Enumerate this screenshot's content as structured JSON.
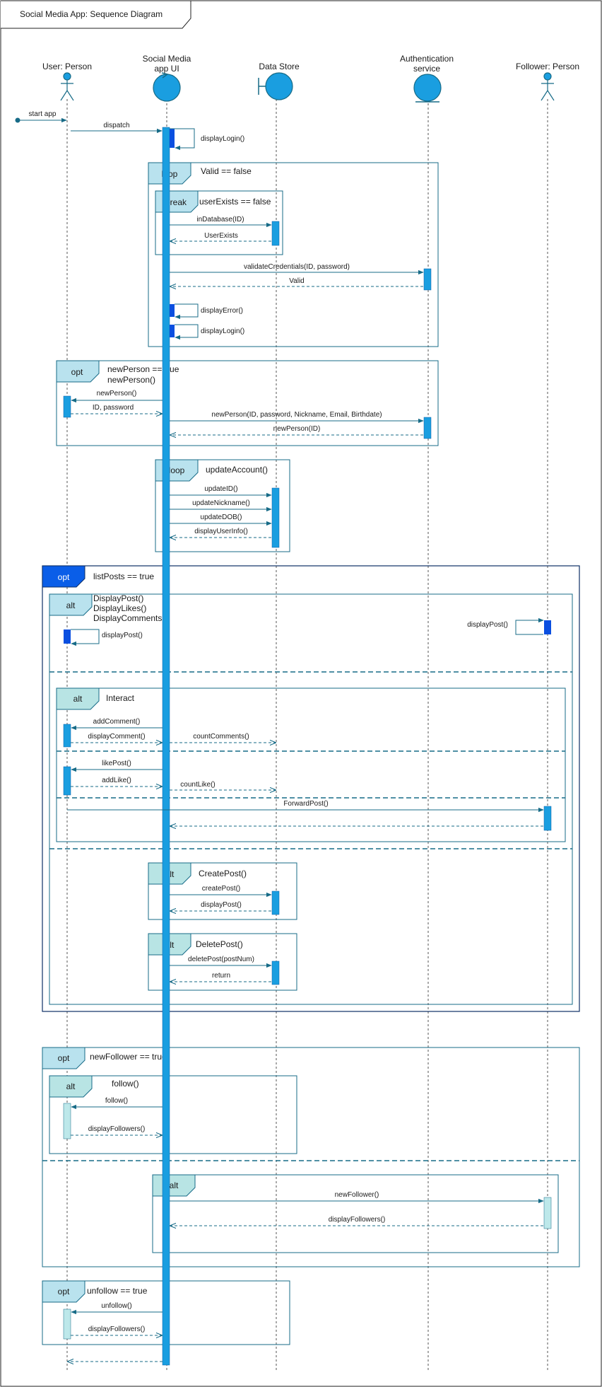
{
  "title": "Social Media App: Sequence Diagram",
  "colors": {
    "accent": "#1a9ee0",
    "accent_dark": "#0b5fa5",
    "activation_dark": "#0a4fe0",
    "frame_stroke": "#176b87",
    "frame_tab": "#b9e2ee",
    "frame_tab_light": "#b8e4e4",
    "opt_blue_tab": "#0a5ee8",
    "outer_frame": "#0d2f66",
    "pale_activation": "#bde8ea",
    "arrow": "#176b87",
    "text": "#1a1a1a"
  },
  "participants": [
    {
      "id": "user",
      "label": "User: Person",
      "label2": "",
      "icon": "actor-icon"
    },
    {
      "id": "ui",
      "label": "Social Media",
      "label2": "app UI",
      "icon": "control-icon"
    },
    {
      "id": "ds",
      "label": "Data Store",
      "label2": "",
      "icon": "boundary-icon"
    },
    {
      "id": "auth",
      "label": "Authentication",
      "label2": "service",
      "icon": "entity-icon"
    },
    {
      "id": "follower",
      "label": "Follower: Person",
      "label2": "",
      "icon": "actor-icon"
    }
  ],
  "frames": [
    {
      "id": "f1",
      "op": "loop",
      "guard": "Valid == false"
    },
    {
      "id": "f2",
      "op": "break",
      "guard": "userExists == false"
    },
    {
      "id": "f3",
      "op": "opt",
      "guard": "newPerson == true",
      "guard2": "newPerson()"
    },
    {
      "id": "f4",
      "op": "loop",
      "guard": "updateAccount()"
    },
    {
      "id": "f5",
      "op": "opt",
      "guard": "listPosts == true"
    },
    {
      "id": "f6",
      "op": "alt",
      "guard": "DisplayPost()",
      "guard2": "DisplayLikes()",
      "guard3": "DisplayComments()"
    },
    {
      "id": "f7",
      "op": "alt",
      "guard": "Interact"
    },
    {
      "id": "f8",
      "op": "alt",
      "guard": "CreatePost()"
    },
    {
      "id": "f9",
      "op": "alt",
      "guard": "DeletePost()"
    },
    {
      "id": "f10",
      "op": "opt",
      "guard": "newFollower == true"
    },
    {
      "id": "f11",
      "op": "alt",
      "guard": "follow()"
    },
    {
      "id": "f12",
      "op": "alt",
      "guard": ""
    },
    {
      "id": "f13",
      "op": "opt",
      "guard": "unfollow == true"
    }
  ],
  "messages": {
    "m1": "start app",
    "m2": "dispatch",
    "m3": "displayLogin()",
    "m4": "inDatabase(ID)",
    "m5": "UserExists",
    "m6": "validateCredentials(ID, password)",
    "m7": "Valid",
    "m8": "displayError()",
    "m9": "displayLogin()",
    "m10": "newPerson()",
    "m11": "ID, password",
    "m12": "newPerson(ID, password, Nickname, Email, Birthdate)",
    "m13": "newPerson(ID)",
    "m14": "updateID()",
    "m15": "updateNickname()",
    "m16": "updateDOB()",
    "m17": "displayUserInfo()",
    "m18": "displayPost()",
    "m19": "displayPost()",
    "m20": "addComment()",
    "m21": "displayComment()",
    "m22": "countComments()",
    "m23": "likePost()",
    "m24": "addLike()",
    "m25": "countLike()",
    "m26": "ForwardPost()",
    "m27": "createPost()",
    "m28": "displayPost()",
    "m29": "deletePost(postNum)",
    "m30": "return",
    "m31": "follow()",
    "m32": "displayFollowers()",
    "m33": "newFollower()",
    "m34": "displayFollowers()",
    "m35": "unfollow()",
    "m36": "displayFollowers()"
  }
}
